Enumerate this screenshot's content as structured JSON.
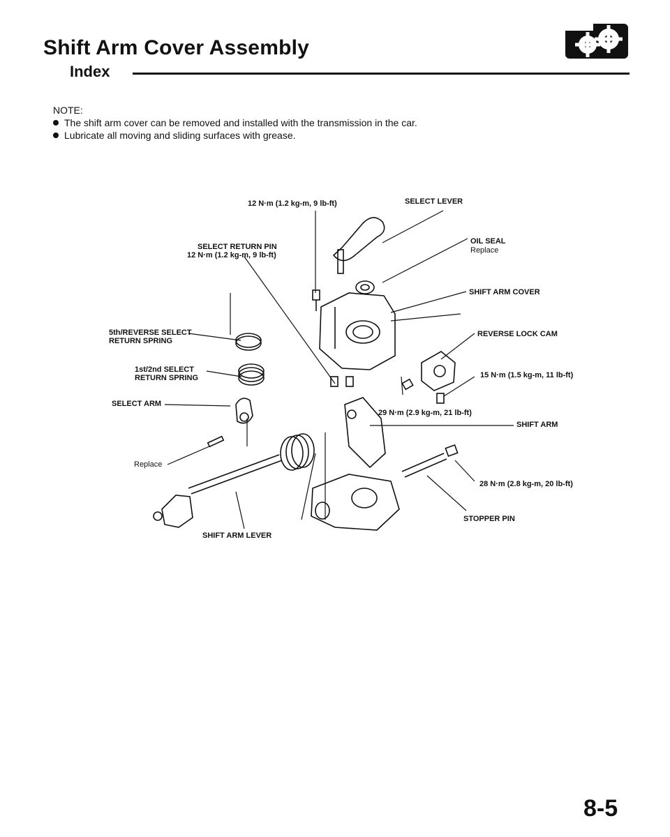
{
  "header": {
    "title": "Shift Arm Cover Assembly",
    "subtitle": "Index"
  },
  "note": {
    "heading": "NOTE:",
    "items": [
      "The shift arm cover can be removed and installed with the transmission in the car.",
      "Lubricate all moving and sliding surfaces with grease."
    ]
  },
  "labels": {
    "torque_top": "12 N·m (1.2 kg-m, 9 lb-ft)",
    "select_lever": "SELECT LEVER",
    "select_return_pin": "SELECT RETURN PIN",
    "select_return_pin_torque": "12 N·m (1.2 kg-m, 9 lb-ft)",
    "oil_seal": "OIL SEAL",
    "oil_seal_note": "Replace",
    "shift_arm_cover": "SHIFT ARM COVER",
    "fifth_reverse_spring_1": "5th/REVERSE SELECT",
    "fifth_reverse_spring_2": "RETURN SPRING",
    "reverse_lock_cam": "REVERSE LOCK CAM",
    "first_second_spring_1": "1st/2nd SELECT",
    "first_second_spring_2": "RETURN SPRING",
    "torque_15": "15 N·m (1.5 kg-m, 11 lb-ft)",
    "select_arm": "SELECT ARM",
    "torque_29": "29 N·m (2.9 kg-m, 21 lb-ft)",
    "shift_arm": "SHIFT ARM",
    "replace_left": "Replace",
    "torque_28": "28 N·m (2.8 kg-m, 20 lb-ft)",
    "stopper_pin": "STOPPER PIN",
    "shift_arm_lever": "SHIFT ARM LEVER"
  },
  "page_number": "8-5",
  "icon": "transmission-gears-icon"
}
